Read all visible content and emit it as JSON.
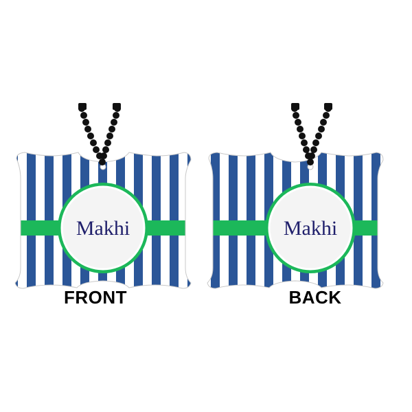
{
  "ornaments": [
    {
      "side_label": "FRONT",
      "name_text": "Makhi"
    },
    {
      "side_label": "BACK",
      "name_text": "Makhi"
    }
  ],
  "colors": {
    "stripe_blue": "#2b5698",
    "stripe_white": "#ffffff",
    "band_green": "#1cb85a",
    "circle_fill": "#f2f2f2",
    "name_color": "#1f1f6b",
    "chain": "#111111",
    "label": "#000000"
  }
}
